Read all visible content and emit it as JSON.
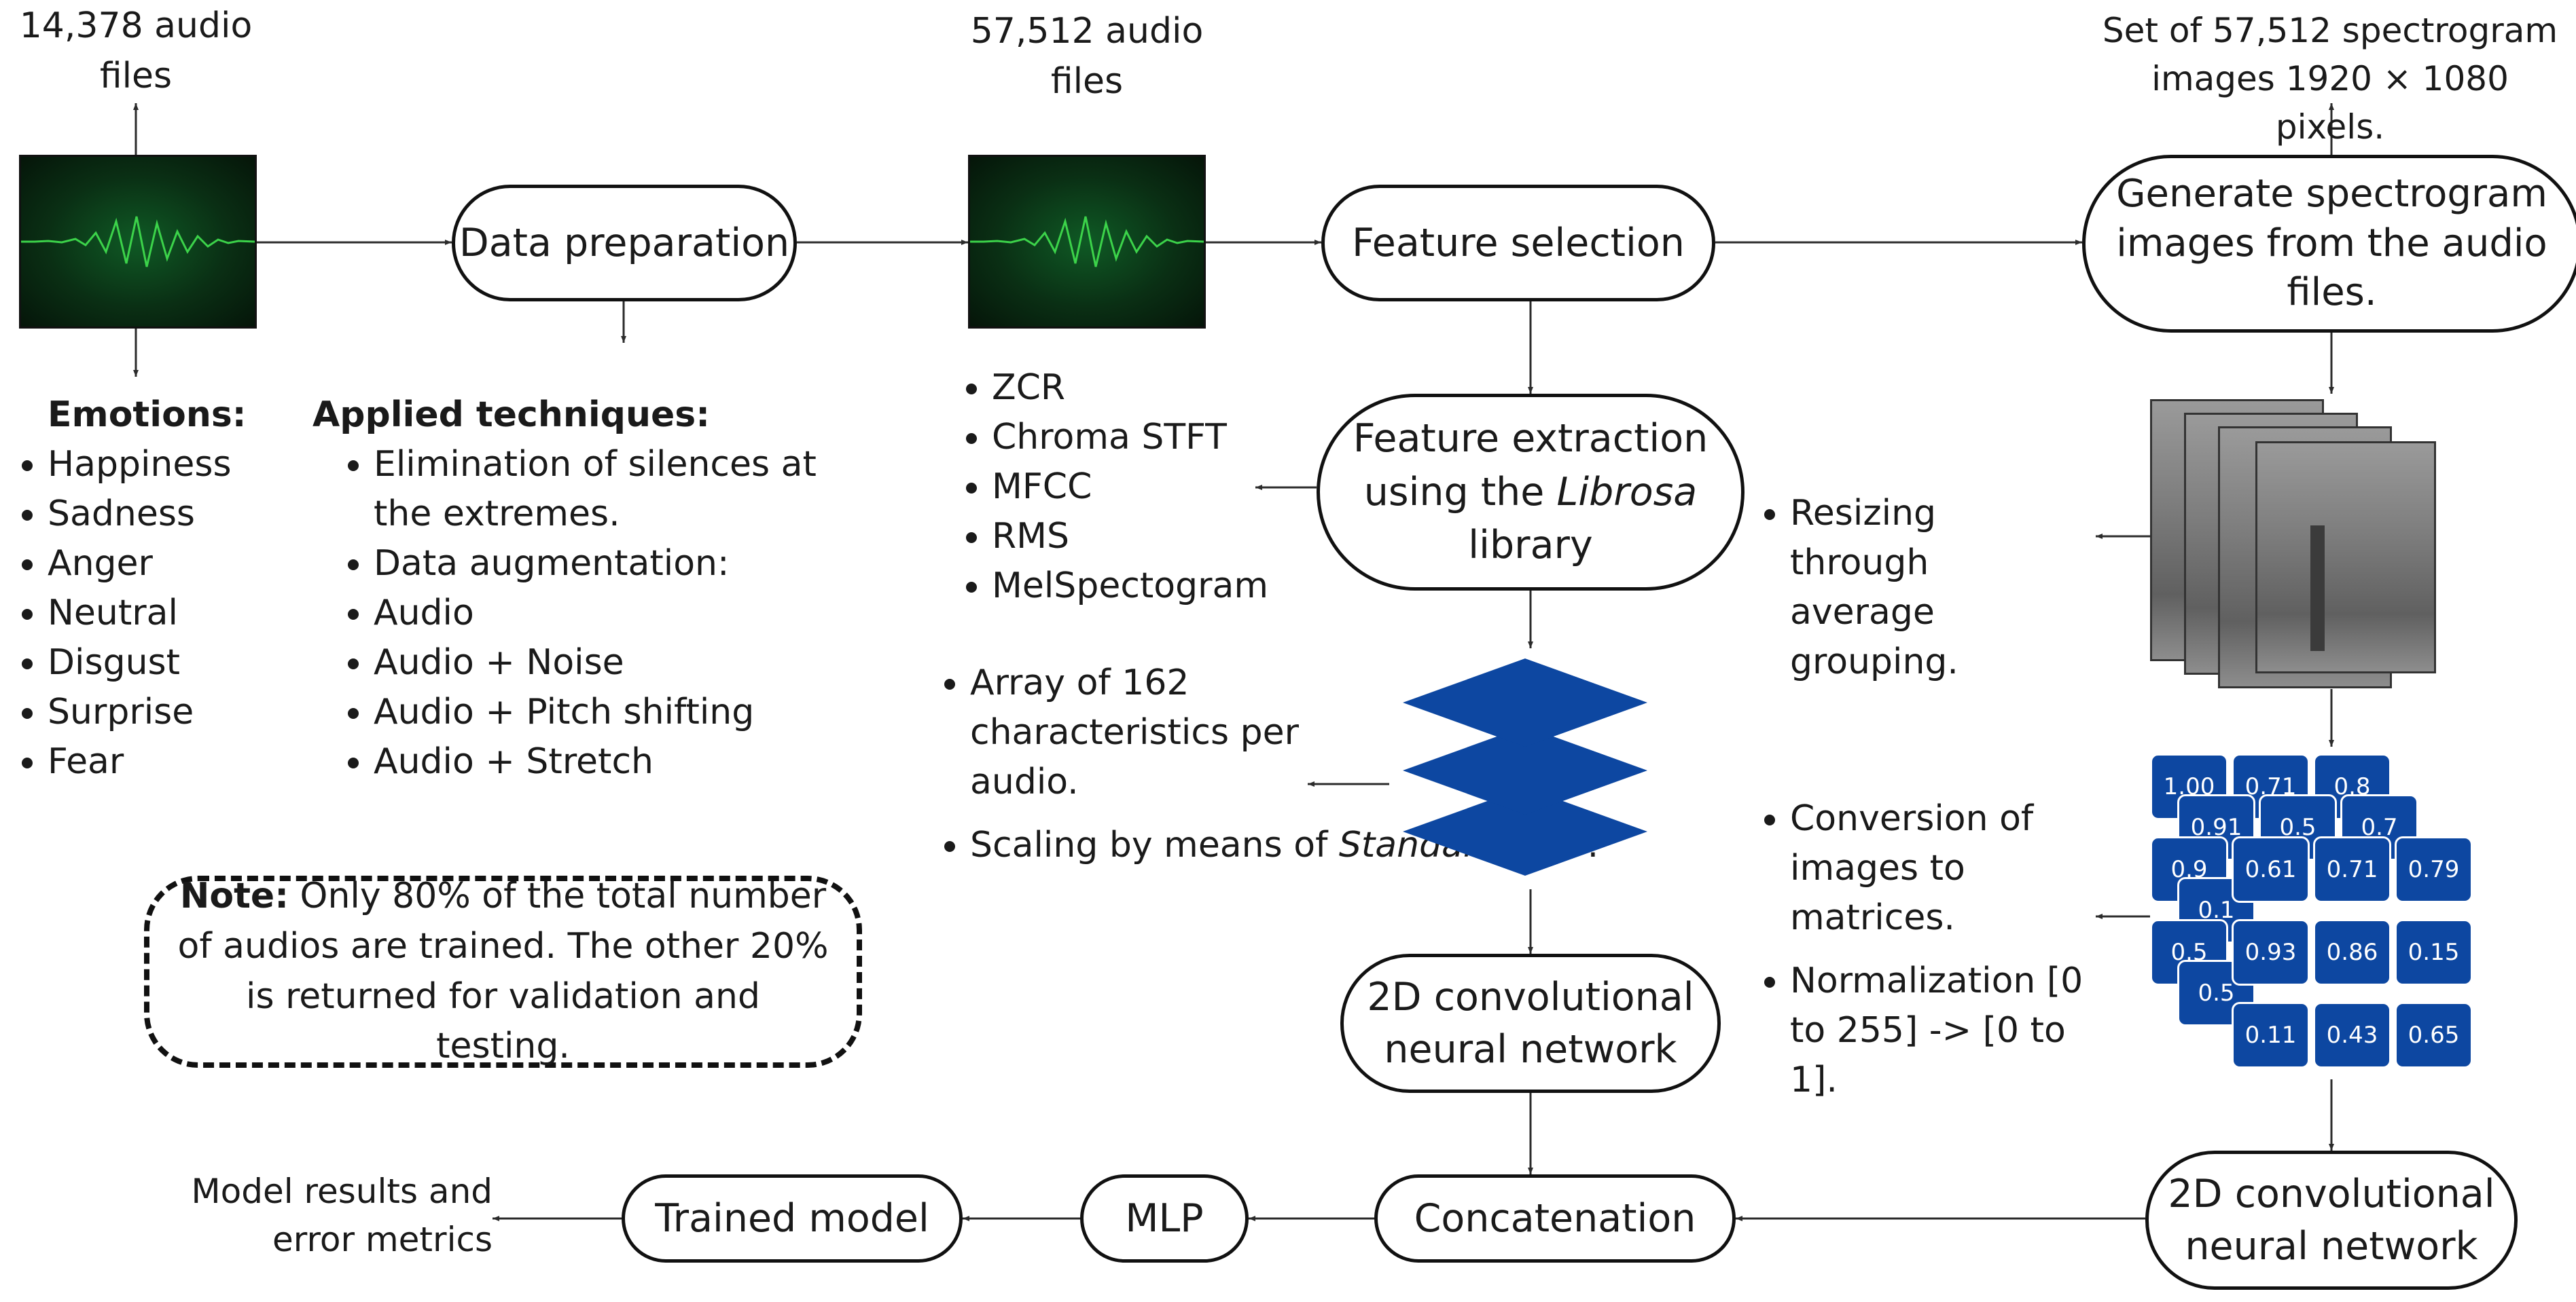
{
  "audio_counts": {
    "initial": "14,378 audio files",
    "augmented": "57,512 audio files"
  },
  "spectrogram_set": "Set of 57,512 spectrogram images 1920 × 1080 pixels.",
  "nodes": {
    "data_preparation": "Data preparation",
    "feature_selection": "Feature selection",
    "generate_spectrogram": [
      "Generate spectrogram",
      "images from the audio",
      "files."
    ],
    "feature_extraction": {
      "line1": "Feature extraction",
      "line2_prefix": "using the ",
      "line2_italic": "Librosa",
      "line3": "library"
    },
    "cnn_top": [
      "2D convolutional",
      "neural network"
    ],
    "cnn_right": [
      "2D convolutional",
      "neural network"
    ],
    "concatenation": "Concatenation",
    "mlp": "MLP",
    "trained_model": "Trained model"
  },
  "results": [
    "Model results and",
    "error metrics"
  ],
  "emotions": {
    "heading": "Emotions:",
    "items": [
      "Happiness",
      "Sadness",
      "Anger",
      "Neutral",
      "Disgust",
      "Surprise",
      "Fear"
    ]
  },
  "techniques": {
    "heading": "Applied techniques:",
    "items": [
      "Elimination of silences at the extremes.",
      "Data augmentation:",
      "Audio",
      "Audio + Noise",
      "Audio + Pitch shifting",
      "Audio + Stretch"
    ]
  },
  "features": [
    "ZCR",
    "Chroma STFT",
    "MFCC",
    "RMS",
    "MelSpectogram"
  ],
  "array_info": {
    "item1": "Array of 162 characteristics per audio.",
    "item2_prefix": "Scaling by means of ",
    "item2_italic": "StandarScaler",
    "item2_suffix": "."
  },
  "resizing": "Resizing through average grouping.",
  "conversion": [
    "Conversion of images to matrices.",
    "Normalization [0 to 255] -> [0 to 1]."
  ],
  "note": {
    "bold": "Note:",
    "text": " Only 80% of the total number of audios are trained. The other 20% is returned for validation and testing."
  },
  "matrix_values": {
    "front": [
      "0.61",
      "0.71",
      "0.79",
      "0.93",
      "0.86",
      "0.15",
      "0.11",
      "0.43",
      "0.65"
    ],
    "back_top": [
      "1.00",
      "0.71",
      "0.8"
    ],
    "back_mid": [
      "0.91",
      "0.5",
      "0.7"
    ],
    "left_col": [
      "0.9",
      "0.1",
      "0.5",
      "0.5"
    ]
  },
  "colors": {
    "accent_blue": "#0d47a1",
    "wave_green": "#3cd34a",
    "outline": "#111111"
  }
}
